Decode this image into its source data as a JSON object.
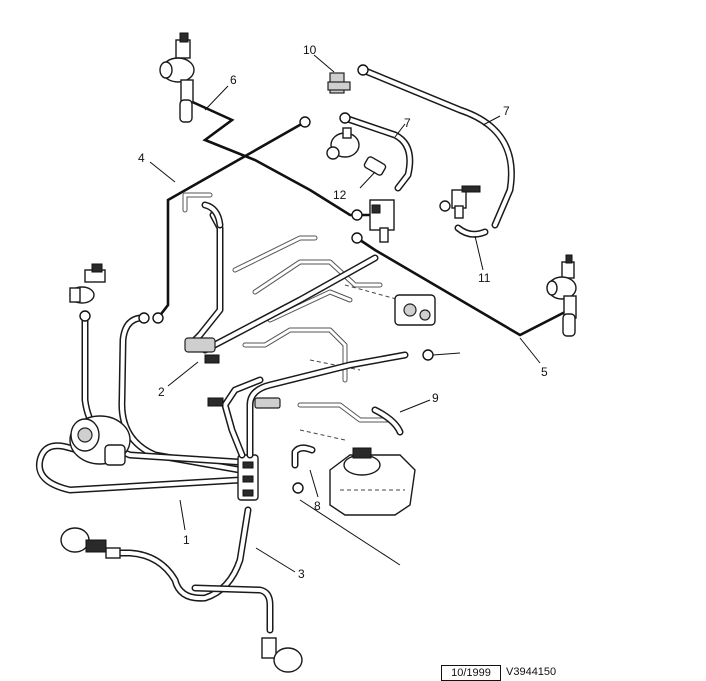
{
  "callouts": [
    {
      "id": "c1",
      "text": "1"
    },
    {
      "id": "c2",
      "text": "2"
    },
    {
      "id": "c3",
      "text": "3"
    },
    {
      "id": "c4",
      "text": "4"
    },
    {
      "id": "c5",
      "text": "5"
    },
    {
      "id": "c6",
      "text": "6"
    },
    {
      "id": "c7a",
      "text": "7"
    },
    {
      "id": "c7b",
      "text": "7"
    },
    {
      "id": "c8",
      "text": "8"
    },
    {
      "id": "c9",
      "text": "9"
    },
    {
      "id": "c10",
      "text": "10"
    },
    {
      "id": "c11",
      "text": "11"
    },
    {
      "id": "c12",
      "text": "12"
    }
  ],
  "footer": {
    "date": "10/1999",
    "reference": "V3944150"
  }
}
